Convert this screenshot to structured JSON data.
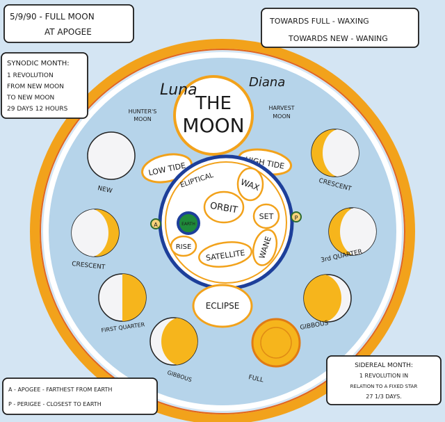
{
  "notes": {
    "date": [
      "5/9/90 - FULL MOON",
      "AT APOGEE"
    ],
    "waxing": "TOWARDS FULL - WAXING",
    "waning": "TOWARDS NEW - WANING",
    "synodic": [
      "SYNODIC MONTH:",
      "1 REVOLUTION",
      "FROM NEW MOON",
      "TO NEW MOON",
      "29 DAYS 12 HOURS"
    ],
    "sidereal": [
      "SIDEREAL MONTH:",
      "1 REVOLUTION IN",
      "RELATION TO A FIXED STAR",
      "27 1/3 DAYS."
    ],
    "apogee": "A - APOGEE - FARTHEST FROM EARTH",
    "perigee": "P - PERIGEE - CLOSEST TO EARTH"
  },
  "center": {
    "title_line1": "THE",
    "title_line2": "MOON",
    "luna": "Luna",
    "diana": "Diana",
    "hunters_moon": [
      "HUNTER'S",
      "MOON"
    ],
    "harvest_moon": [
      "HARVEST",
      "MOON"
    ]
  },
  "terms": {
    "low_tide": "LOW TIDE",
    "high_tide": "HIGH TIDE",
    "eliptical": "ELIPTICAL",
    "wax": "WAX",
    "orbit": "ORBIT",
    "set": "SET",
    "earth": "EARTH",
    "rise": "RISE",
    "satellite": "SATELLITE",
    "wane": "WANE",
    "eclipse": "ECLIPSE",
    "a_marker": "A",
    "p_marker": "P"
  },
  "phases": {
    "new": "NEW",
    "crescent_right": "CRESCENT",
    "crescent_left": "CRESCENT",
    "third_quarter": "3rd QUARTER",
    "first_quarter": "FIRST QUARTER",
    "gibbous_right": "GIBBOUS",
    "gibbous_left": "GIBBOUS",
    "full": "FULL"
  },
  "colors": {
    "sky": "#b9d6ea",
    "ring_orange": "#f2a21b",
    "moon_yellow": "#f6b51c",
    "earth_green": "#1f8a3a",
    "orbit_blue": "#1d3f9a"
  }
}
